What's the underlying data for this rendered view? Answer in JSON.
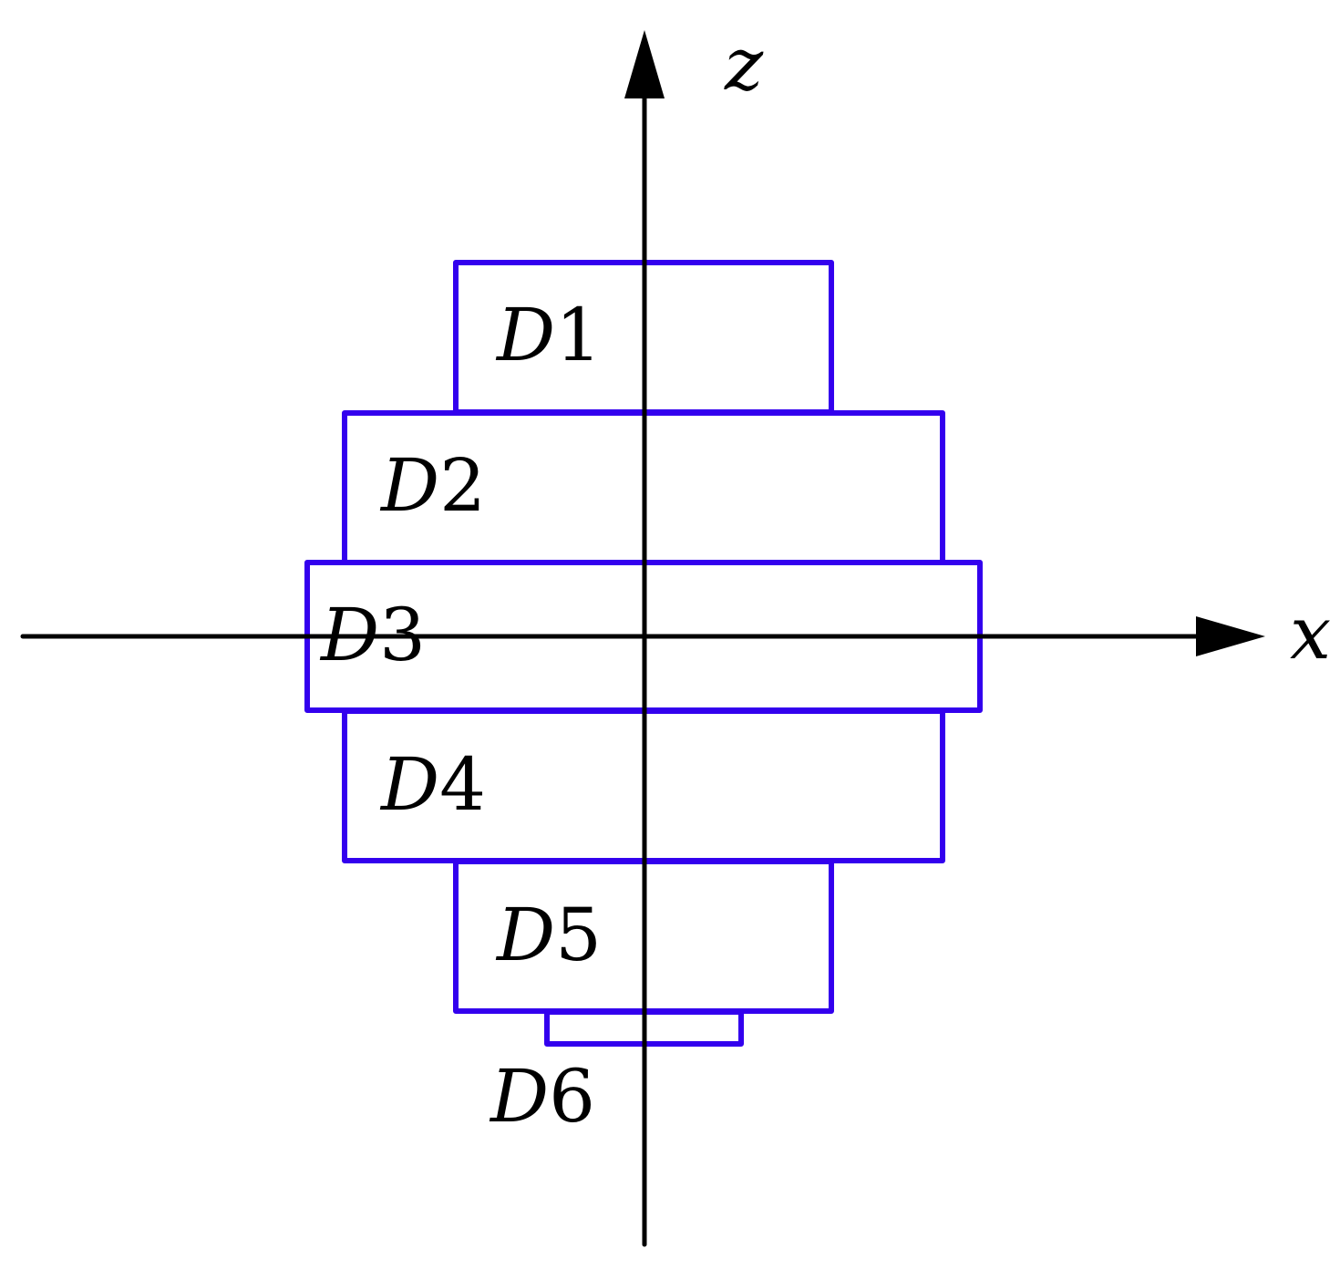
{
  "colors": {
    "axis": "#000000",
    "region_stroke": "#3300ee",
    "background": "#ffffff"
  },
  "axes": {
    "x_label": "x",
    "z_label": "z"
  },
  "regions": [
    {
      "id": "D1",
      "letter": "D",
      "number": "1"
    },
    {
      "id": "D2",
      "letter": "D",
      "number": "2"
    },
    {
      "id": "D3",
      "letter": "D",
      "number": "3"
    },
    {
      "id": "D4",
      "letter": "D",
      "number": "4"
    },
    {
      "id": "D5",
      "letter": "D",
      "number": "5"
    },
    {
      "id": "D6",
      "letter": "D",
      "number": "6"
    }
  ]
}
